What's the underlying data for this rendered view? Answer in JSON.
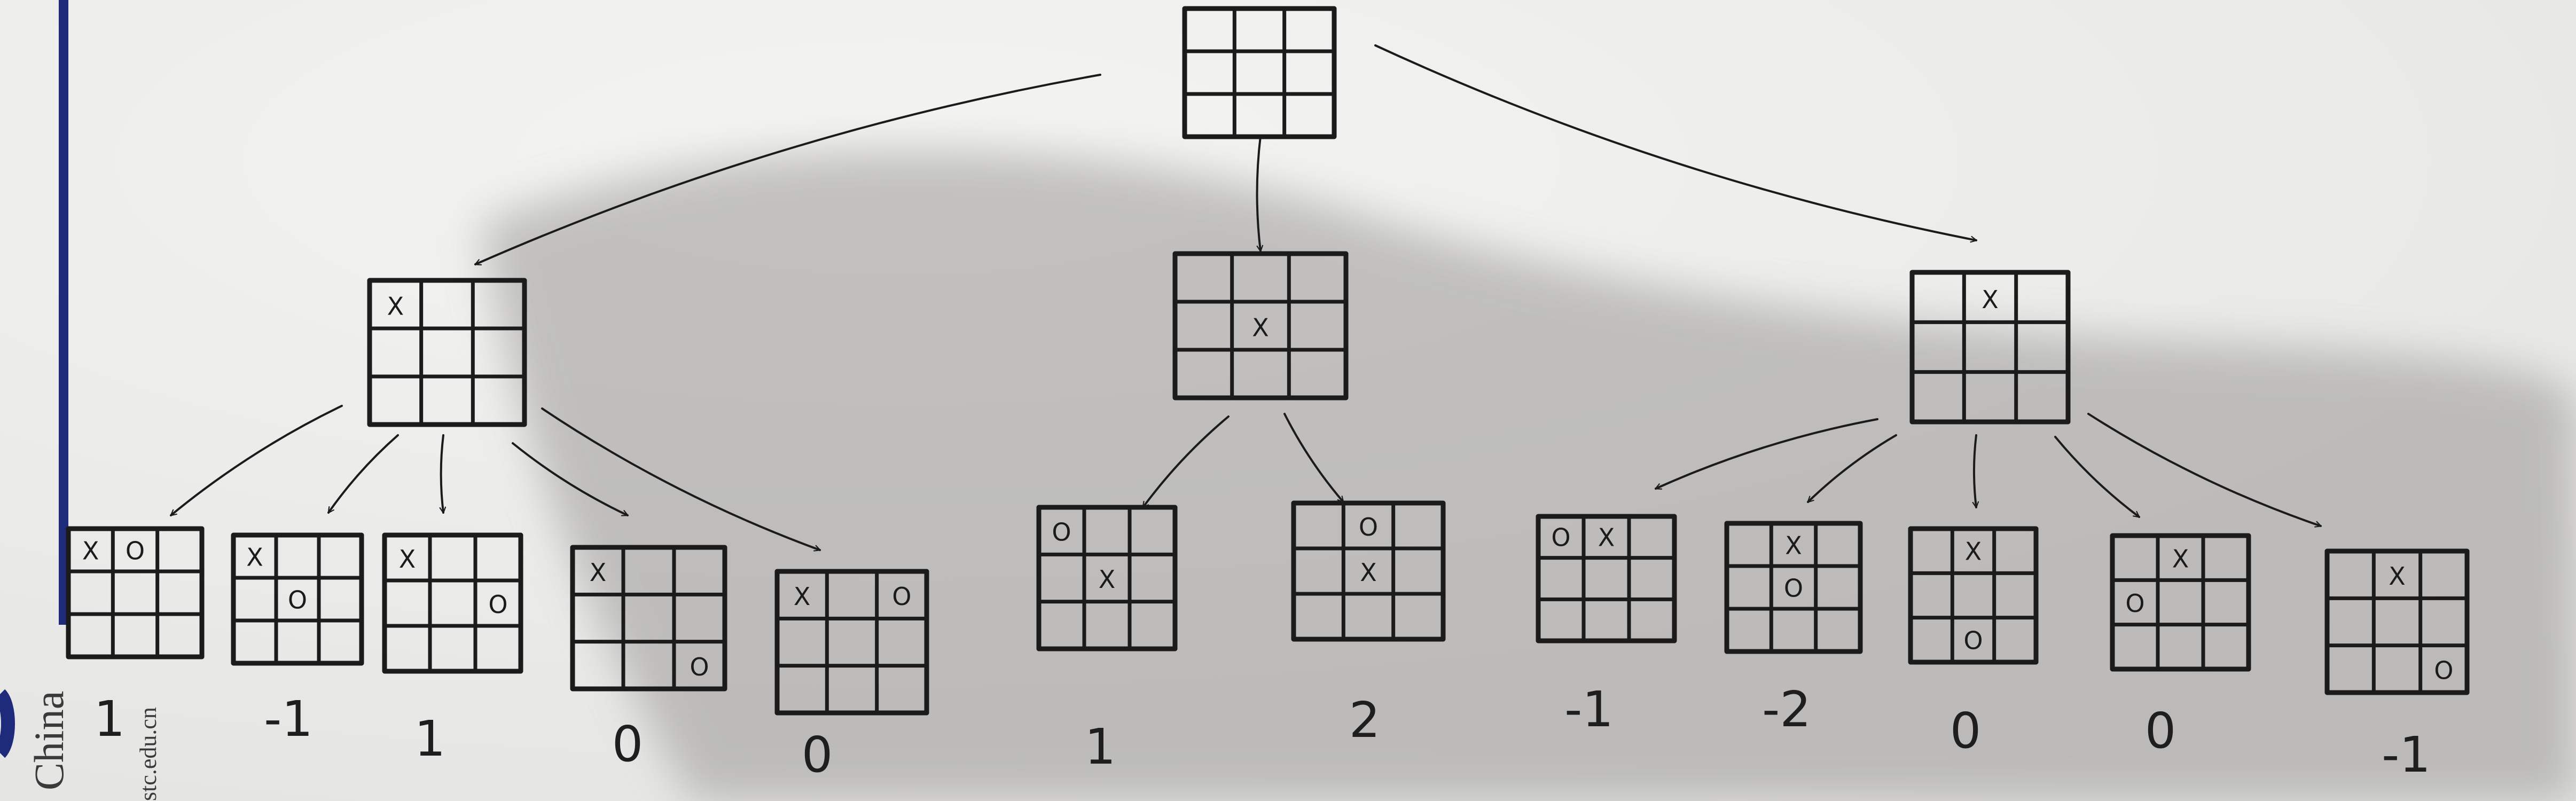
{
  "paper_margin": {
    "line_color": "#1e2a7a",
    "text_large": "China",
    "text_small": "stc.edu.cn"
  },
  "root": {
    "marks": [
      null,
      null,
      null,
      null,
      null,
      null,
      null,
      null,
      null
    ]
  },
  "level1": [
    {
      "marks": [
        "X",
        null,
        null,
        null,
        null,
        null,
        null,
        null,
        null
      ],
      "children": [
        {
          "marks": [
            "X",
            "O",
            null,
            null,
            null,
            null,
            null,
            null,
            null
          ],
          "score": "1"
        },
        {
          "marks": [
            "X",
            null,
            null,
            null,
            "O",
            null,
            null,
            null,
            null
          ],
          "score": "-1"
        },
        {
          "marks": [
            "X",
            null,
            null,
            null,
            null,
            "O",
            null,
            null,
            null
          ],
          "score": "1"
        },
        {
          "marks": [
            "X",
            null,
            null,
            null,
            null,
            null,
            null,
            null,
            "O"
          ],
          "score": "0"
        },
        {
          "marks": [
            "X",
            null,
            "O",
            null,
            null,
            null,
            null,
            null,
            null
          ],
          "score": "0"
        }
      ]
    },
    {
      "marks": [
        null,
        null,
        null,
        null,
        "X",
        null,
        null,
        null,
        null
      ],
      "children": [
        {
          "marks": [
            "O",
            null,
            null,
            null,
            "X",
            null,
            null,
            null,
            null
          ],
          "score": "1"
        },
        {
          "marks": [
            null,
            "O",
            null,
            null,
            "X",
            null,
            null,
            null,
            null
          ],
          "score": "2"
        }
      ]
    },
    {
      "marks": [
        null,
        "X",
        null,
        null,
        null,
        null,
        null,
        null,
        null
      ],
      "children": [
        {
          "marks": [
            "O",
            "X",
            null,
            null,
            null,
            null,
            null,
            null,
            null
          ],
          "score": "-1"
        },
        {
          "marks": [
            null,
            "X",
            null,
            null,
            "O",
            null,
            null,
            null,
            null
          ],
          "score": "-2"
        },
        {
          "marks": [
            null,
            "X",
            null,
            null,
            null,
            null,
            null,
            "O",
            null
          ],
          "score": "0"
        },
        {
          "marks": [
            null,
            "X",
            null,
            "O",
            null,
            null,
            null,
            null,
            null
          ],
          "score": "0"
        },
        {
          "marks": [
            null,
            "X",
            null,
            null,
            null,
            null,
            null,
            null,
            "O"
          ],
          "score": "-1"
        }
      ]
    }
  ]
}
